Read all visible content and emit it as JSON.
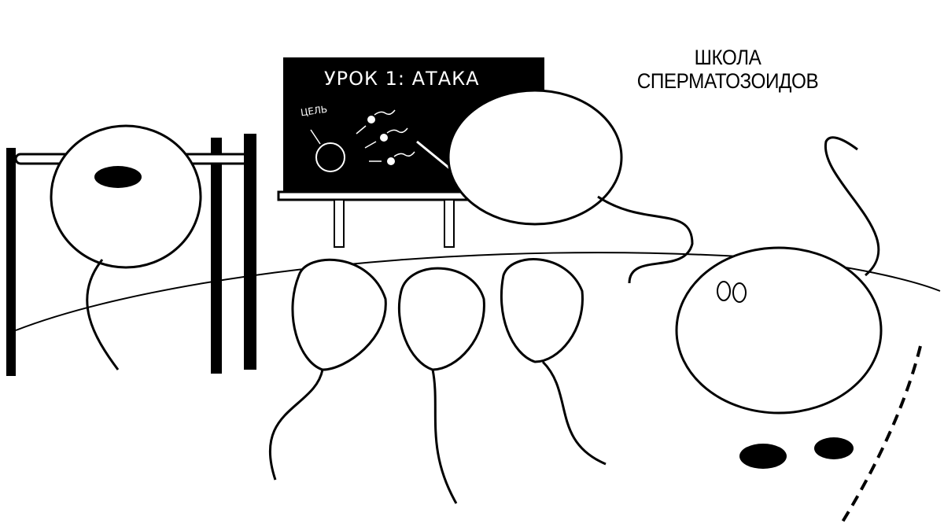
{
  "title": {
    "line1": "ШКОЛА",
    "line2": "СПЕРМАТОЗОИДОВ"
  },
  "blackboard": {
    "heading": "УРОК 1: АТАКА",
    "goal_label": "ЦЕЛЬ"
  },
  "colors": {
    "ink": "#000000",
    "paper": "#ffffff"
  }
}
